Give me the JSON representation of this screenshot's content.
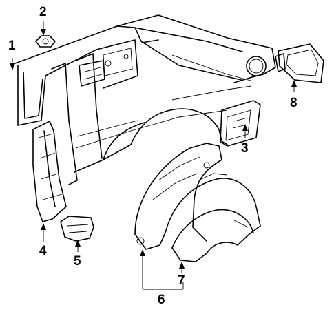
{
  "labels": {
    "l1": "1",
    "l2": "2",
    "l3": "3",
    "l4": "4",
    "l5": "5",
    "l6": "6",
    "l7": "7",
    "l8": "8"
  },
  "colors": {
    "ink": "#000000",
    "background": "#ffffff"
  }
}
